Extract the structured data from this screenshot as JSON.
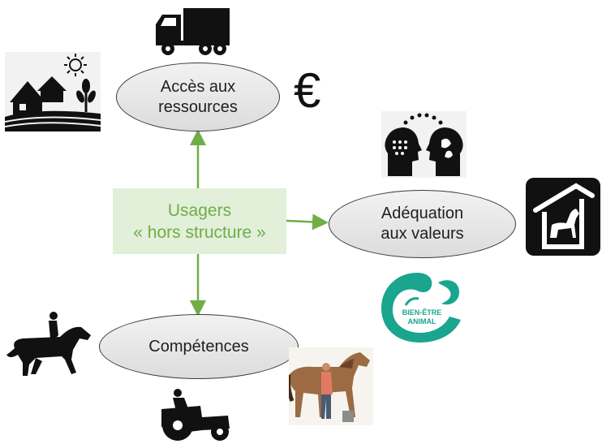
{
  "center": {
    "line1": "Usagers",
    "line2": "« hors structure »"
  },
  "nodes": {
    "ressources": {
      "line1": "Accès aux",
      "line2": "ressources"
    },
    "valeurs": {
      "line1": "Adéquation",
      "line2": "aux valeurs"
    },
    "competences": {
      "label": "Compétences"
    }
  },
  "icons": {
    "euro": "€",
    "badge_line1": "BIEN-ÊTRE",
    "badge_line2": "ANIMAL"
  },
  "colors": {
    "accent": "#70ad47",
    "center_fill": "#e2efd9",
    "badge": "#1aa58f"
  }
}
